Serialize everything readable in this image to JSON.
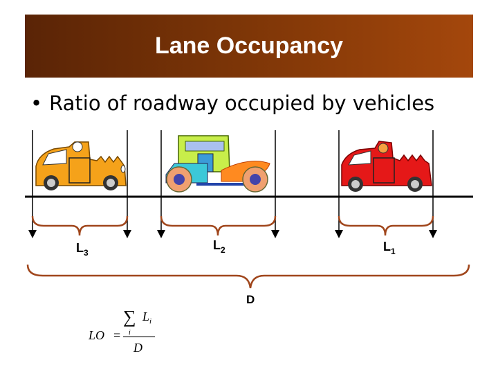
{
  "slide": {
    "title": "Lane Occupancy",
    "bullet": "Ratio of roadway occupied by vehicles"
  },
  "diagram": {
    "labels": {
      "l3_main": "L",
      "l3_sub": "3",
      "l2_main": "L",
      "l2_sub": "2",
      "l1_main": "L",
      "l1_sub": "1",
      "d": "D"
    },
    "formula": {
      "lhs": "LO",
      "eq": "=",
      "sum": "∑",
      "index": "i",
      "numerator_var": "L",
      "numerator_sub": "i",
      "denominator": "D"
    }
  },
  "colors": {
    "title_bg_start": "#5a2406",
    "title_bg_end": "#a4470c",
    "brace": "#a0461c",
    "road": "#000000"
  }
}
